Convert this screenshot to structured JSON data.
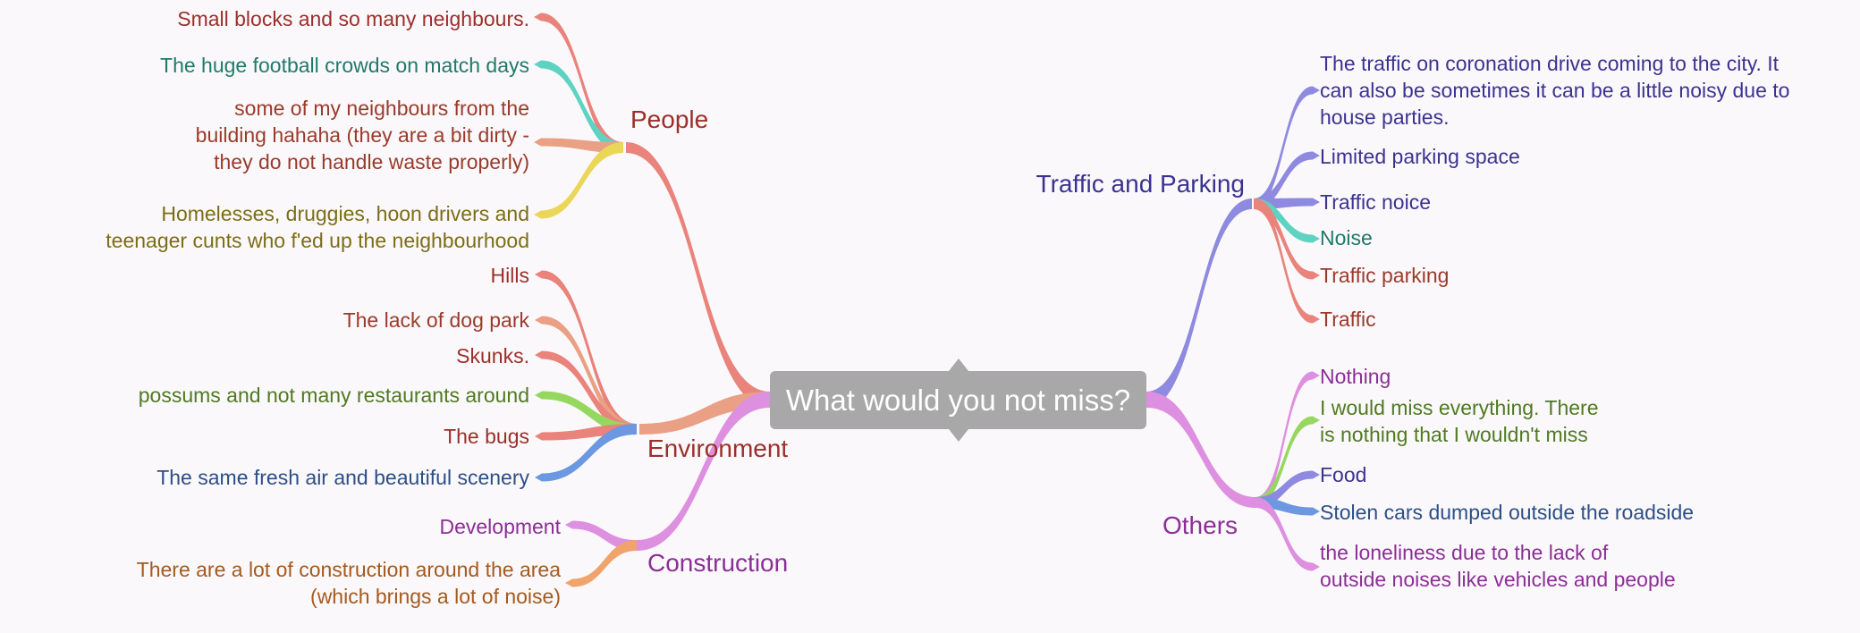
{
  "center": "What would you not miss?",
  "colors": {
    "red": "#e9837b",
    "teal": "#5fd3c1",
    "salmon": "#e9a084",
    "yellow": "#ead657",
    "green": "#96d85f",
    "blue": "#6b98e0",
    "purple": "#8e8ae0",
    "pink": "#dd8fe0",
    "orange": "#f0a46b"
  },
  "branches": {
    "people": "People",
    "environment": "Environment",
    "construction": "Construction",
    "traffic": "Traffic and Parking",
    "others": "Others"
  },
  "people": [
    "Small blocks and so many neighbours.",
    "The huge football crowds on match days",
    "some of my neighbours from the\nbuilding hahaha (they are a bit dirty -\nthey do not handle waste properly)",
    "Homelesses, druggies, hoon drivers and\nteenager cunts who f'ed up the neighbourhood"
  ],
  "environment": [
    "Hills",
    "The lack of dog park",
    "Skunks.",
    "possums and not many restaurants around",
    "The bugs",
    "The same fresh air and beautiful scenery"
  ],
  "construction": [
    "Development",
    "There are a lot of construction around the area\n(which brings a lot of noise)"
  ],
  "traffic": [
    "The traffic on coronation drive coming to the city. It\ncan also be sometimes it can be a little noisy due to\nhouse parties.",
    "Limited parking space",
    "Traffic noice",
    "Noise",
    "Traffic parking",
    "Traffic"
  ],
  "others": [
    "Nothing",
    "I would miss everything. There\nis nothing that I wouldn't miss",
    "Food",
    "Stolen cars dumped outside the roadside",
    "the loneliness due to the lack of\noutside noises like vehicles and people"
  ]
}
